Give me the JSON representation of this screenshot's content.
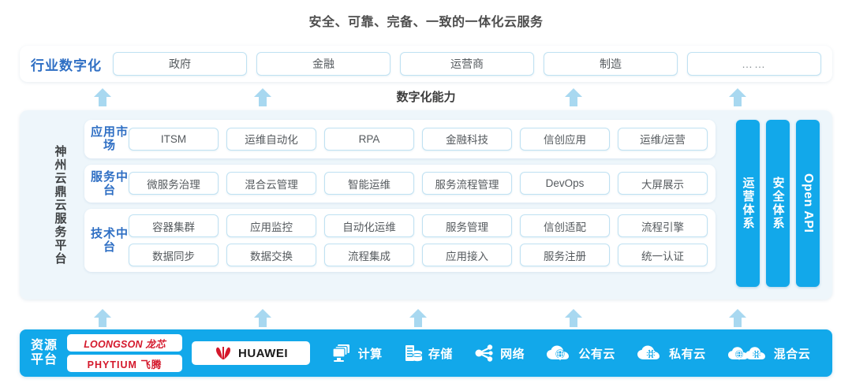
{
  "title": "安全、可靠、完备、一致的一体化云服务",
  "industry": {
    "label": "行业数字化",
    "items": [
      {
        "label": "政府"
      },
      {
        "label": "金融"
      },
      {
        "label": "运营商"
      },
      {
        "label": "制造"
      },
      {
        "label": "……"
      }
    ]
  },
  "capability_caption": "数字化能力",
  "platform": {
    "vertical_label": "神州云鼎云服务平台",
    "sections": [
      {
        "label": "应用市场",
        "rows": [
          [
            "ITSM",
            "运维自动化",
            "RPA",
            "金融科技",
            "信创应用",
            "运维/运营"
          ]
        ]
      },
      {
        "label": "服务中台",
        "rows": [
          [
            "微服务治理",
            "混合云管理",
            "智能运维",
            "服务流程管理",
            "DevOps",
            "大屏展示"
          ]
        ]
      },
      {
        "label": "技术中台",
        "rows": [
          [
            "容器集群",
            "应用监控",
            "自动化运维",
            "服务管理",
            "信创适配",
            "流程引擎"
          ],
          [
            "数据同步",
            "数据交换",
            "流程集成",
            "应用接入",
            "服务注册",
            "统一认证"
          ]
        ]
      }
    ],
    "vertical_bars": [
      {
        "label": "运营体系",
        "orientation": "cn"
      },
      {
        "label": "安全体系",
        "orientation": "cn"
      },
      {
        "label": "Open API",
        "orientation": "en"
      }
    ]
  },
  "resource": {
    "label_line1": "资源",
    "label_line2": "平台",
    "chip_logos": [
      {
        "label": "LOONGSON 龙芯"
      },
      {
        "label": "PHYTIUM 飞腾"
      }
    ],
    "huawei": {
      "label": "HUAWEI"
    },
    "items": [
      {
        "label": "计算",
        "icon": "compute-icon"
      },
      {
        "label": "存储",
        "icon": "storage-icon"
      },
      {
        "label": "网络",
        "icon": "network-icon"
      },
      {
        "label": "公有云",
        "icon": "public-cloud-icon"
      },
      {
        "label": "私有云",
        "icon": "private-cloud-icon"
      },
      {
        "label": "混合云",
        "icon": "hybrid-cloud-icon"
      }
    ]
  },
  "colors": {
    "accent_blue": "#12a8ea",
    "arrow_blue": "#a8d8f0",
    "label_blue": "#2f6fc4",
    "cell_border": "#bfe1f2",
    "panel_bg": "#eef6fb",
    "logo_red": "#d4182b"
  },
  "arrows": {
    "upper_x": [
      130,
      333,
      727,
      935
    ],
    "lower_x": [
      130,
      333,
      530,
      727,
      935
    ]
  }
}
